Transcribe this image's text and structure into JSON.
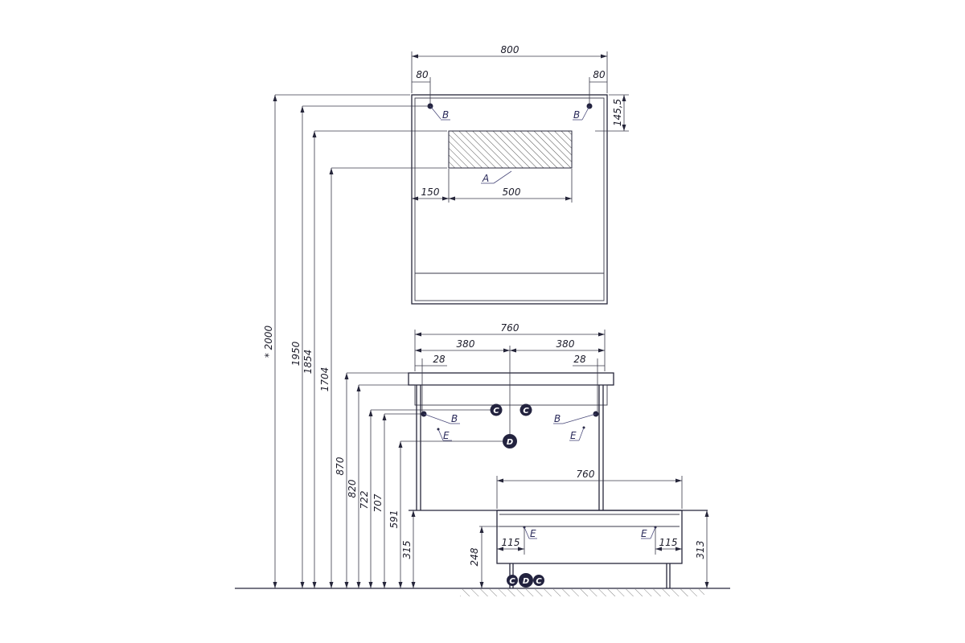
{
  "dims": {
    "mirror_width": "800",
    "mirror_left_offset": "80",
    "mirror_right_offset": "80",
    "mirror_side": "145,5",
    "lamp_left": "150",
    "lamp_width": "500",
    "height_total": "* 2000",
    "height_1950": "1950",
    "height_1854": "1854",
    "height_1704": "1704",
    "cabinet_width": "760",
    "cabinet_half_left": "380",
    "cabinet_half_right": "380",
    "cabinet_inset_left": "28",
    "cabinet_inset_right": "28",
    "height_870": "870",
    "height_820": "820",
    "height_722": "722",
    "height_707": "707",
    "height_591": "591",
    "height_315": "315",
    "drawer_width": "760",
    "drawer_inset_left": "115",
    "drawer_inset_right": "115",
    "drawer_height_248": "248",
    "drawer_height_313": "313"
  },
  "labels": {
    "a": "A",
    "b": "B",
    "c": "C",
    "d": "D",
    "e": "E"
  }
}
